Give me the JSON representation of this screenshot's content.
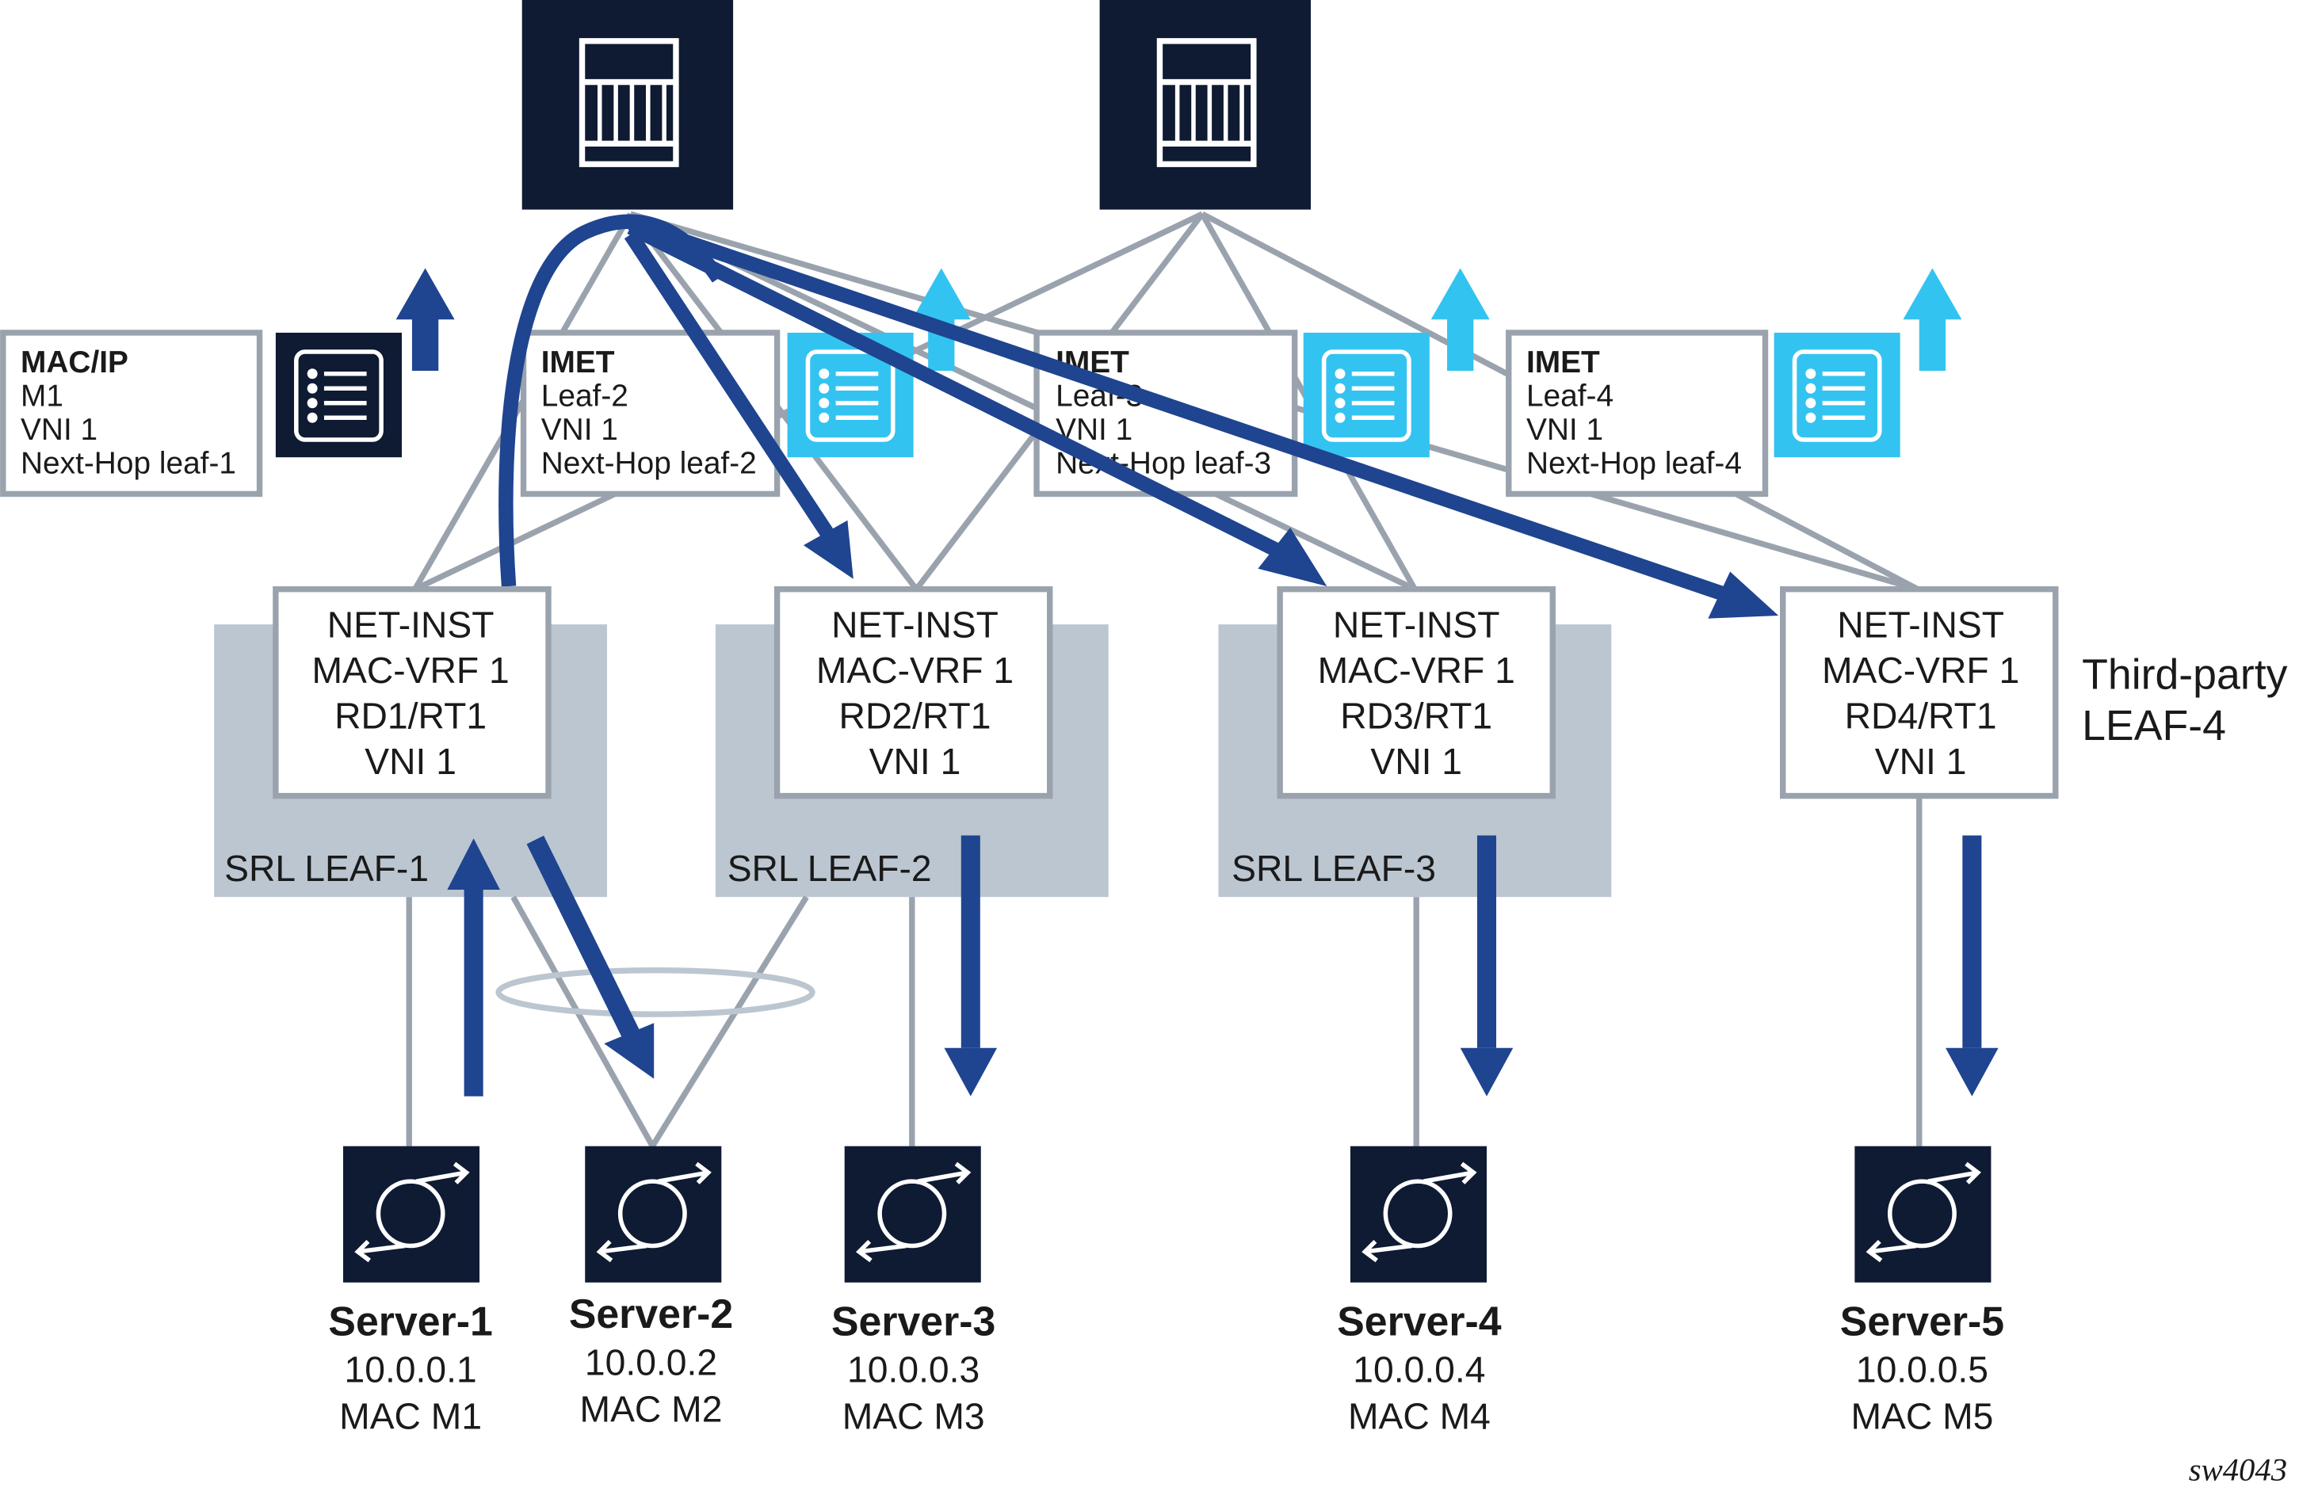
{
  "colors": {
    "dark": "#0f1a33",
    "cyan": "#33c3f0",
    "arrow": "#1f4490",
    "link": "#9aa3ad",
    "leaf_panel": "#bcc6d1"
  },
  "spines": [
    {
      "icon": "switch-chassis-icon"
    },
    {
      "icon": "switch-chassis-icon"
    }
  ],
  "routes": [
    {
      "title": "MAC/IP",
      "lines": [
        "M1",
        "VNI 1",
        "Next-Hop leaf-1"
      ],
      "icon": "route-table-icon"
    },
    {
      "title": "IMET",
      "lines": [
        "Leaf-2",
        "VNI 1",
        "Next-Hop leaf-2"
      ],
      "icon": "route-table-icon"
    },
    {
      "title": "IMET",
      "lines": [
        "Leaf-3",
        "VNI 1",
        "Next-Hop leaf-3"
      ],
      "icon": "route-table-icon"
    },
    {
      "title": "IMET",
      "lines": [
        "Leaf-4",
        "VNI 1",
        "Next-Hop leaf-4"
      ],
      "icon": "route-table-icon"
    }
  ],
  "leaves": [
    {
      "label": "SRL LEAF-1",
      "lines": [
        "NET-INST",
        "MAC-VRF 1",
        "RD1/RT1",
        "VNI 1"
      ]
    },
    {
      "label": "SRL LEAF-2",
      "lines": [
        "NET-INST",
        "MAC-VRF 1",
        "RD2/RT1",
        "VNI 1"
      ]
    },
    {
      "label": "SRL LEAF-3",
      "lines": [
        "NET-INST",
        "MAC-VRF 1",
        "RD3/RT1",
        "VNI 1"
      ]
    },
    {
      "label": "",
      "lines": [
        "NET-INST",
        "MAC-VRF 1",
        "RD4/RT1",
        "VNI 1"
      ]
    }
  ],
  "third_party": [
    "Third-party",
    "LEAF-4"
  ],
  "servers": [
    {
      "name": "Server-1",
      "ip": "10.0.0.1",
      "mac": "MAC M1"
    },
    {
      "name": "Server-2",
      "ip": "10.0.0.2",
      "mac": "MAC M2"
    },
    {
      "name": "Server-3",
      "ip": "10.0.0.3",
      "mac": "MAC M3"
    },
    {
      "name": "Server-4",
      "ip": "10.0.0.4",
      "mac": "MAC M4"
    },
    {
      "name": "Server-5",
      "ip": "10.0.0.5",
      "mac": "MAC M5"
    }
  ],
  "figure_id": "sw4043"
}
